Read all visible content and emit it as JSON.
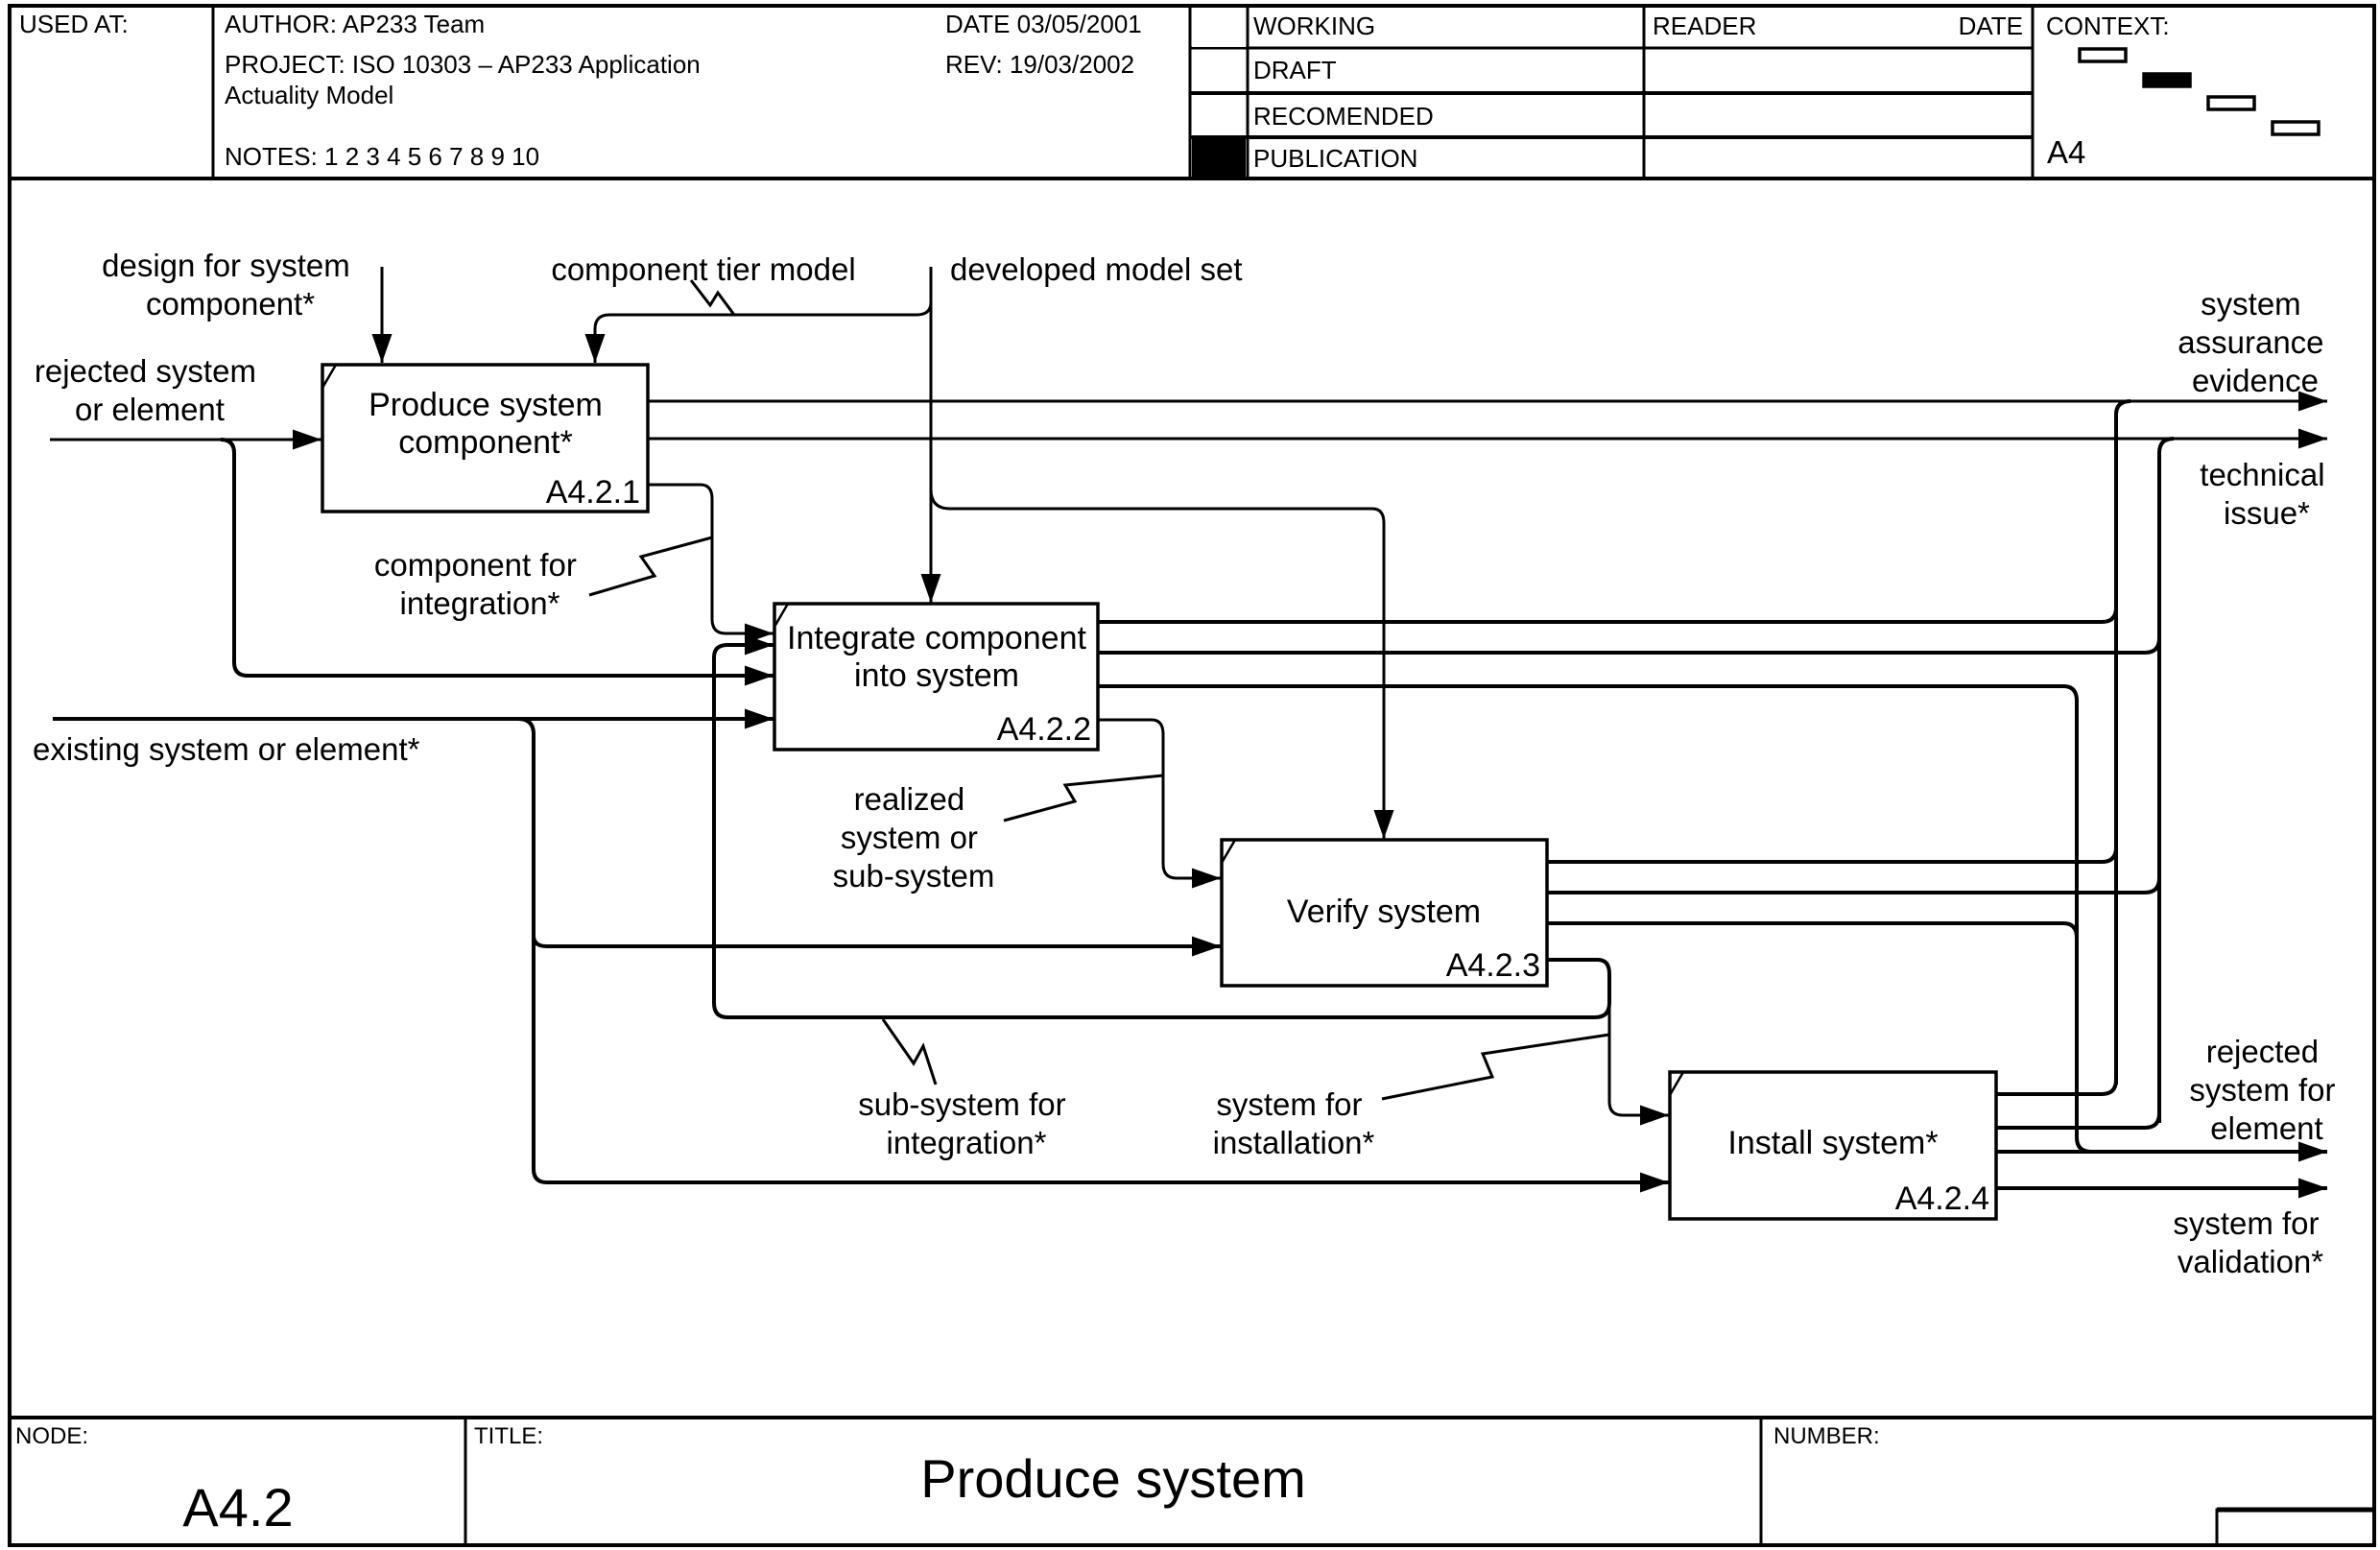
{
  "header": {
    "used_at_label": "USED AT:",
    "author": "AUTHOR:  AP233 Team",
    "project_line1": "PROJECT:  ISO 10303 – AP233 Application",
    "project_line2": "Actuality Model",
    "notes": "NOTES:  1  2  3  4  5  6  7  8  9  10",
    "date": "DATE 03/05/2001",
    "rev": "REV:    19/03/2002",
    "status_rows": [
      {
        "label": "WORKING",
        "checked": false
      },
      {
        "label": "DRAFT",
        "checked": false
      },
      {
        "label": "RECOMENDED",
        "checked": false
      },
      {
        "label": "PUBLICATION",
        "checked": true
      }
    ],
    "reader_label": "READER",
    "reader_date_label": "DATE",
    "context_label": "CONTEXT:",
    "context_node": "A4",
    "context_boxes": [
      {
        "index": 1,
        "highlighted": false
      },
      {
        "index": 2,
        "highlighted": true
      },
      {
        "index": 3,
        "highlighted": false
      },
      {
        "index": 4,
        "highlighted": false
      }
    ]
  },
  "activities": [
    {
      "id": "A4.2.1",
      "line1": "Produce system",
      "line2": "component*"
    },
    {
      "id": "A4.2.2",
      "line1": "Integrate component",
      "line2": "into system"
    },
    {
      "id": "A4.2.3",
      "line1": "Verify system",
      "line2": ""
    },
    {
      "id": "A4.2.4",
      "line1": "Install system*",
      "line2": ""
    }
  ],
  "arrows": {
    "design_for_system_component": [
      "design for system",
      "component*"
    ],
    "component_tier_model": [
      "component tier model"
    ],
    "developed_model_set": [
      "developed model set"
    ],
    "rejected_system_or_element": [
      "rejected system",
      "or element"
    ],
    "existing_system_or_element": [
      "existing system or element*"
    ],
    "component_for_integration": [
      "component for",
      "integration*"
    ],
    "realized_system": [
      "realized",
      "system or",
      "sub-system"
    ],
    "sub_system_for_integration": [
      "sub-system for",
      "integration*"
    ],
    "system_for_installation": [
      "system for",
      "installation*"
    ],
    "system_assurance_evidence": [
      "system",
      "assurance",
      "evidence"
    ],
    "technical_issue": [
      "technical",
      "issue*"
    ],
    "rejected_system_for_element": [
      "rejected",
      "system for",
      "element"
    ],
    "system_for_validation": [
      "system for",
      "validation*"
    ]
  },
  "footer": {
    "node_label": "NODE:",
    "node_value": "A4.2",
    "title_label": "TITLE:",
    "title_value": "Produce system",
    "number_label": "NUMBER:"
  }
}
